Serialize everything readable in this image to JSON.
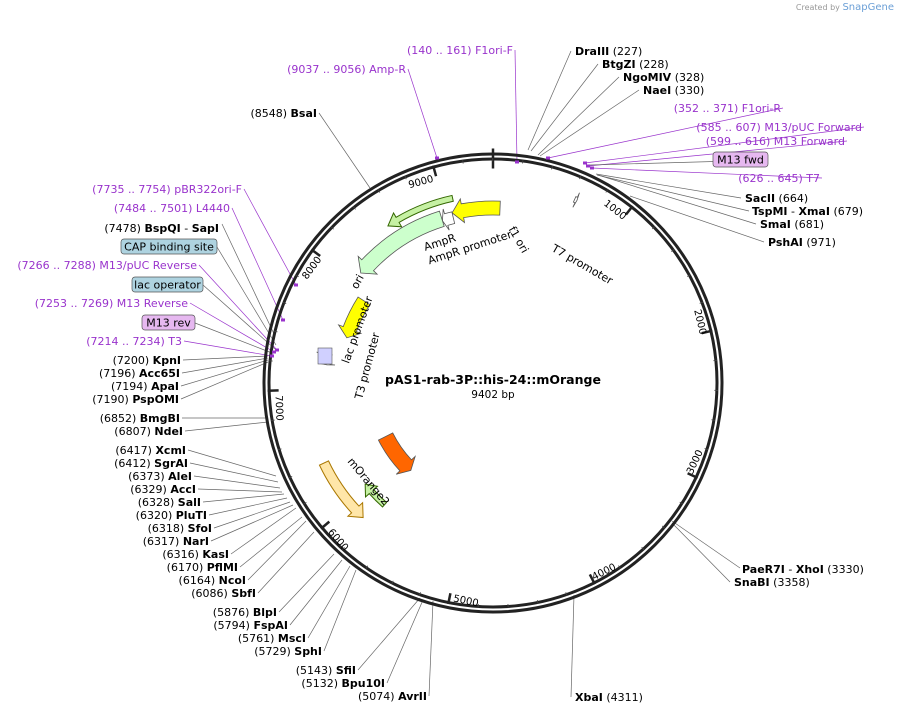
{
  "credit": {
    "created_by": "Created by",
    "brand": "SnapGene"
  },
  "plasmid": {
    "name": "pAS1-rab-3P::his-24::mOrange",
    "length": "9402 bp",
    "total_bp": 9402
  },
  "ticks": [
    "1000",
    "2000",
    "3000",
    "4000",
    "5000",
    "6000",
    "7000",
    "8000",
    "9000"
  ],
  "features": [
    {
      "id": "f1-ori",
      "label": "f1 ori",
      "type": "rep_origin",
      "start": 9049,
      "end": 60,
      "dir": -1,
      "color": "#ffff00"
    },
    {
      "id": "ampr-promoter",
      "label": "AmpR promoter",
      "type": "promoter",
      "start": 8950,
      "end": 9049,
      "dir": -1,
      "color": "#ffffff"
    },
    {
      "id": "ampr",
      "label": "AmpR",
      "type": "CDS",
      "start": 8090,
      "end": 8950,
      "dir": -1,
      "color": "#ccffcc"
    },
    {
      "id": "ori",
      "label": "ori",
      "type": "rep_origin",
      "start": 7500,
      "end": 7900,
      "dir": -1,
      "color": "#ffff00"
    },
    {
      "id": "lac-promoter",
      "label": "lac promoter",
      "type": "promoter",
      "start": 7300,
      "end": 7330,
      "dir": -1,
      "color": "#ffffff"
    },
    {
      "id": "t3-promoter",
      "label": "T3 promoter",
      "type": "promoter",
      "start": 7214,
      "end": 7234,
      "dir": -1,
      "color": "#ffffff"
    },
    {
      "id": "t7-promoter",
      "label": "T7 promoter",
      "type": "promoter",
      "start": 626,
      "end": 645,
      "dir": 1,
      "color": "#ffffff"
    },
    {
      "id": "morange2",
      "label": "mOrange2",
      "type": "CDS",
      "start": 5830,
      "end": 6360,
      "dir": -1,
      "color": "#ff6600"
    }
  ],
  "primers": [
    {
      "label": "F1ori-F",
      "range": "(140 .. 161)"
    },
    {
      "label": "Amp-R",
      "range": "(9037 .. 9056)"
    },
    {
      "label": "F1ori-R",
      "range": "(352 .. 371)"
    },
    {
      "label": "M13/pUC Forward",
      "range": "(585 .. 607)"
    },
    {
      "label": "M13 Forward",
      "range": "(599 .. 616)"
    },
    {
      "label": "M13 fwd",
      "range": ""
    },
    {
      "label": "T7",
      "range": "(626 .. 645)"
    },
    {
      "label": "pBR322ori-F",
      "range": "(7735 .. 7754)"
    },
    {
      "label": "L4440",
      "range": "(7484 .. 7501)"
    },
    {
      "label": "M13/pUC Reverse",
      "range": "(7266 .. 7288)"
    },
    {
      "label": "M13 Reverse",
      "range": "(7253 .. 7269)"
    },
    {
      "label": "M13 rev",
      "range": ""
    },
    {
      "label": "T3",
      "range": "(7214 .. 7234)"
    }
  ],
  "sites": [
    {
      "name": "DraIII",
      "pos": "(227)"
    },
    {
      "name": "BtgZI",
      "pos": "(228)"
    },
    {
      "name": "NgoMIV",
      "pos": "(328)"
    },
    {
      "name": "NaeI",
      "pos": "(330)"
    },
    {
      "name": "SacII",
      "pos": "(664)"
    },
    {
      "name": "TspMI",
      "pos": ""
    },
    {
      "name": "XmaI",
      "pos": "(679)"
    },
    {
      "name": "SmaI",
      "pos": "(681)"
    },
    {
      "name": "PshAI",
      "pos": "(971)"
    },
    {
      "name": "PaeR7I",
      "pos": ""
    },
    {
      "name": "XhoI",
      "pos": "(3330)"
    },
    {
      "name": "SnaBI",
      "pos": "(3358)"
    },
    {
      "name": "XbaI",
      "pos": "(4311)"
    },
    {
      "name": "BsaI",
      "pos": "(8548)"
    },
    {
      "name": "BspQI",
      "pos": "(7478)"
    },
    {
      "name": "SapI",
      "pos": ""
    },
    {
      "name": "KpnI",
      "pos": "(7200)"
    },
    {
      "name": "Acc65I",
      "pos": "(7196)"
    },
    {
      "name": "ApaI",
      "pos": "(7194)"
    },
    {
      "name": "PspOMI",
      "pos": "(7190)"
    },
    {
      "name": "BmgBI",
      "pos": "(6852)"
    },
    {
      "name": "NdeI",
      "pos": "(6807)"
    },
    {
      "name": "XcmI",
      "pos": "(6417)"
    },
    {
      "name": "SgrAI",
      "pos": "(6412)"
    },
    {
      "name": "AleI",
      "pos": "(6373)"
    },
    {
      "name": "AccI",
      "pos": "(6329)"
    },
    {
      "name": "SalI",
      "pos": "(6328)"
    },
    {
      "name": "PluTI",
      "pos": "(6320)"
    },
    {
      "name": "SfoI",
      "pos": "(6318)"
    },
    {
      "name": "NarI",
      "pos": "(6317)"
    },
    {
      "name": "KasI",
      "pos": "(6316)"
    },
    {
      "name": "PflMI",
      "pos": "(6170)"
    },
    {
      "name": "NcoI",
      "pos": "(6164)"
    },
    {
      "name": "SbfI",
      "pos": "(6086)"
    },
    {
      "name": "BlpI",
      "pos": "(5876)"
    },
    {
      "name": "FspAI",
      "pos": "(5794)"
    },
    {
      "name": "MscI",
      "pos": "(5761)"
    },
    {
      "name": "SphI",
      "pos": "(5729)"
    },
    {
      "name": "SfiI",
      "pos": "(5143)"
    },
    {
      "name": "Bpu10I",
      "pos": "(5132)"
    },
    {
      "name": "AvrII",
      "pos": "(5074)"
    }
  ],
  "boxes": [
    "CAP binding site",
    "lac operator"
  ],
  "colors": {
    "primer": "#9933cc",
    "box_blue": "#aed3e0",
    "box_purple": "#e6b8f0",
    "line": "#666666"
  }
}
